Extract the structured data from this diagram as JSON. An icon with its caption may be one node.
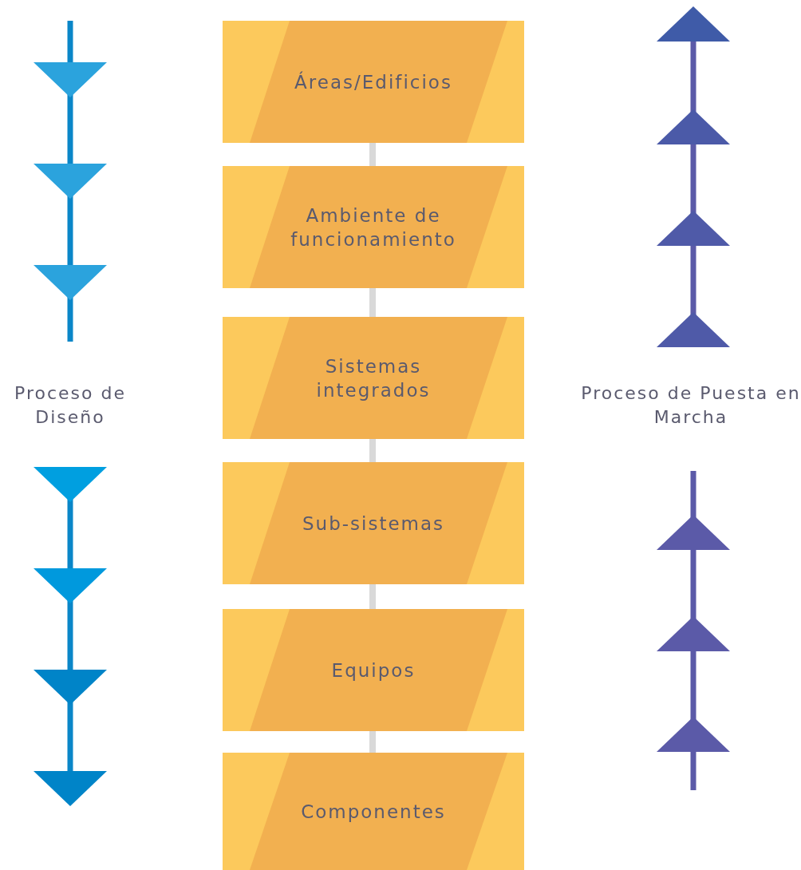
{
  "diagram": {
    "nodes": [
      {
        "text": [
          "Áreas/Edificios"
        ]
      },
      {
        "text": [
          "Ambiente de funcionamiento"
        ]
      },
      {
        "text": [
          "Sistemas integrados"
        ]
      },
      {
        "text": [
          "Sub-sistemas"
        ]
      },
      {
        "text": [
          "Equipos"
        ]
      },
      {
        "text": [
          "Componentes"
        ]
      }
    ],
    "edges": [
      {
        "from": 0,
        "to": 1,
        "arrow": "none"
      },
      {
        "from": 1,
        "to": 2,
        "arrow": "none"
      },
      {
        "from": 2,
        "to": 3,
        "arrow": "none"
      },
      {
        "from": 3,
        "to": 4,
        "arrow": "none"
      },
      {
        "from": 4,
        "to": 5,
        "arrow": "none"
      }
    ],
    "labels": [
      "Proceso de Diseño",
      "Proceso de Puesta en Marcha"
    ]
  }
}
